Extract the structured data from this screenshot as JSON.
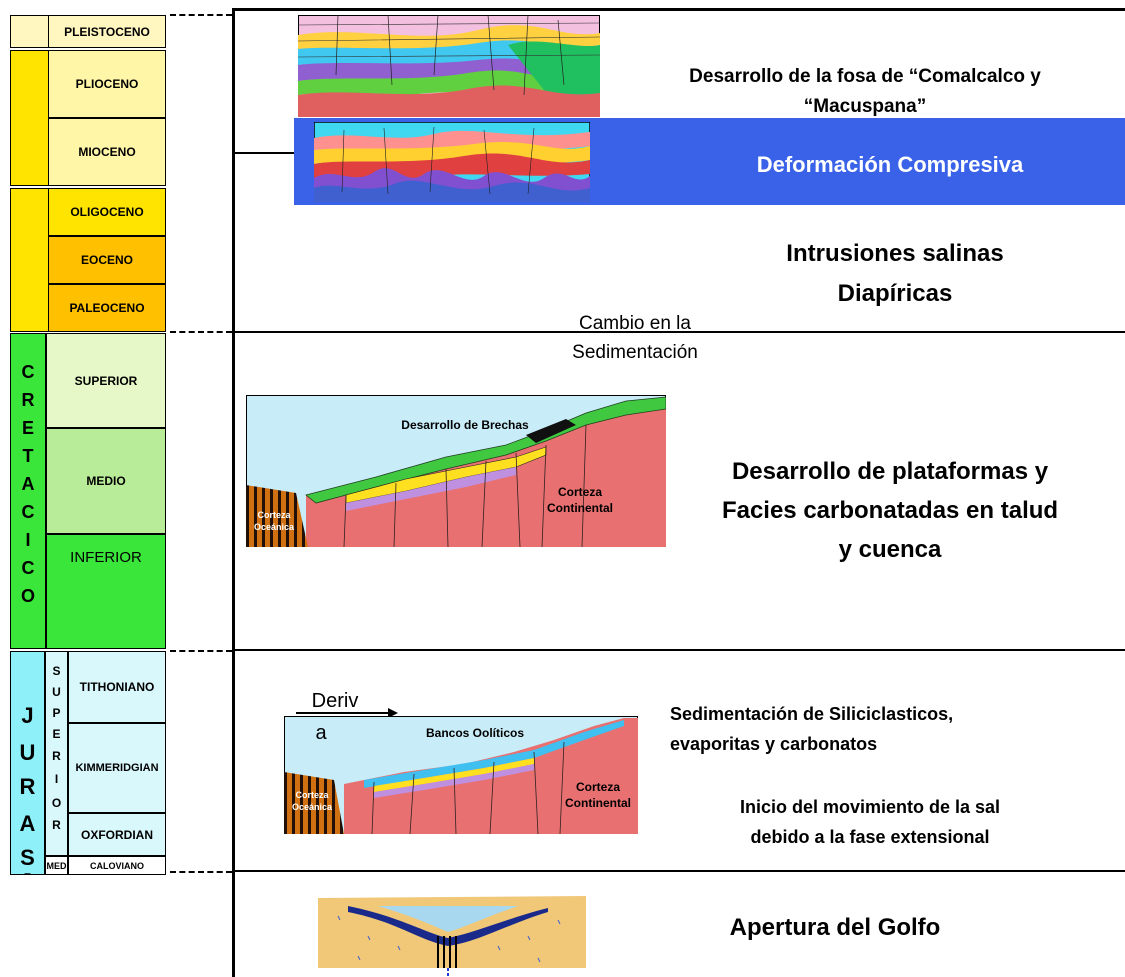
{
  "column": {
    "pleistoceno": "PLEISTOCENO",
    "plioceno": "PLIOCENO",
    "mioceno": "MIOCENO",
    "oligoceno": "OLIGOCENO",
    "eoceno": "EOCENO",
    "paleoceno": "PALEOCENO",
    "superior": "SUPERIOR",
    "medio": "MEDIO",
    "inferior": "INFERIOR",
    "tithoniano": "TITHONIANO",
    "kimmeridgian": "KIMMERIDGIAN",
    "oxfordian": "OXFORDIAN",
    "caloviano": "CALOVIANO",
    "med": "MED",
    "cretacico_letters": [
      "C",
      "R",
      "E",
      "T",
      "A",
      "C",
      "I",
      "C",
      "O"
    ],
    "jurasico_letters": [
      "J",
      "U",
      "R",
      "A",
      "S",
      "–"
    ],
    "superior_letters": [
      "S",
      "U",
      "P",
      "E",
      "R",
      "I",
      "O",
      "R"
    ]
  },
  "events": {
    "fosa_line1": "Desarrollo de la fosa de  “Comalcalco y",
    "fosa_line2": "“Macuspana”",
    "deformacion": "Deformación Compresiva",
    "intrusiones_line1": "Intrusiones salinas",
    "intrusiones_line2": "Diapíricas",
    "cambio_line1": "Cambio en la",
    "cambio_line2": "Sedimentación",
    "plataformas_line1": "Desarrollo de plataformas y",
    "plataformas_line2": "Facies carbonatadas en talud",
    "plataformas_line3": "y cuenca",
    "silici_line1": "Sedimentación de Siliciclasticos,",
    "silici_line2": "evaporitas y carbonatos",
    "sal_line1": "Inicio del movimiento de la sal",
    "sal_line2": "debido a la fase extensional",
    "apertura": "Apertura del Golfo"
  },
  "diagram1": {
    "brechas": "Desarrollo de Brechas",
    "corteza_oceanica_1": "Corteza",
    "corteza_oceanica_2": "Oceánica",
    "corteza_cont_1": "Corteza",
    "corteza_cont_2": "Continental"
  },
  "diagram2": {
    "deriva_1": "Deriv",
    "deriva_2": "a",
    "bancos": "Bancos Oolíticos",
    "corteza_oceanica_1": "Corteza",
    "corteza_oceanica_2": "Oceánica",
    "corteza_cont_1": "Corteza",
    "corteza_cont_2": "Continental"
  },
  "colors": {
    "pale_yellow": "#fff6a8",
    "light_yellow": "#fff088",
    "yellow": "#ffe400",
    "orange_yellow": "#ffc000",
    "green": "#39e639",
    "light_green": "#c8f0a0",
    "pale_green": "#e6f8c8",
    "mid_green": "#a8e888",
    "cyan": "#8ef0f8",
    "pale_cyan": "#d8f8fc",
    "blue_band": "#3a62e8"
  }
}
